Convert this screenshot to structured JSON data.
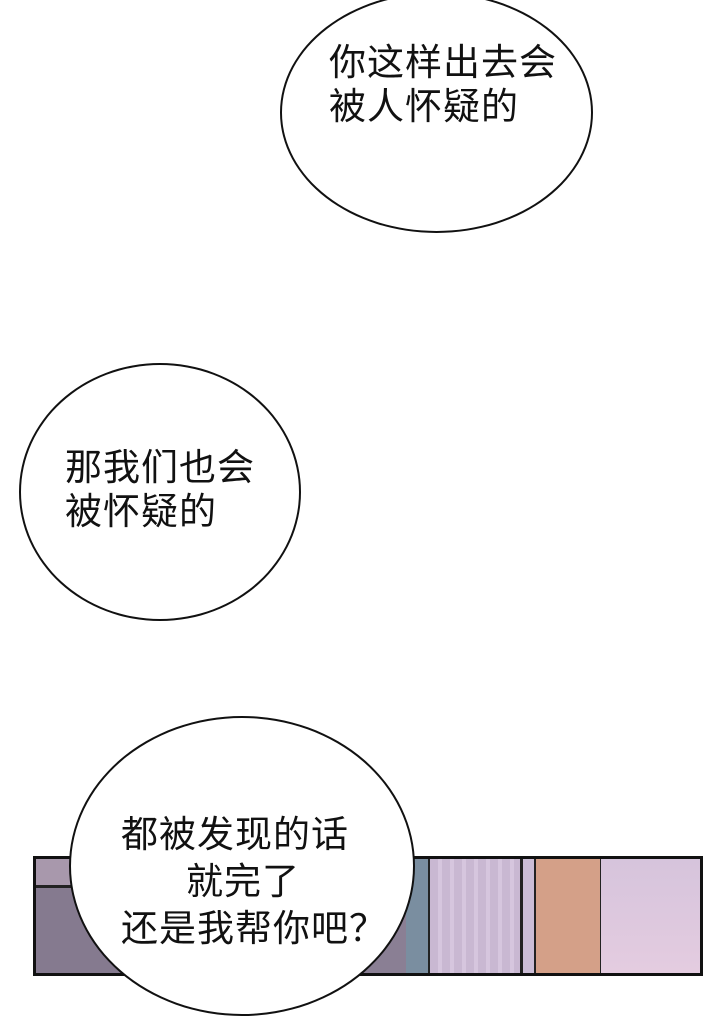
{
  "page": {
    "type": "comic-strip"
  },
  "bubbles": [
    {
      "lines": [
        "你这样出去会",
        "被人怀疑的"
      ]
    },
    {
      "lines": [
        "那我们也会",
        "被怀疑的"
      ]
    },
    {
      "lines": [
        "都被发现的话",
        "就完了",
        "还是我帮你吧？"
      ]
    }
  ],
  "colors": {
    "panel_wall_left_top": "#a898ac",
    "panel_wall_left": "#857a8f",
    "panel_curtain": "#c9b8d2",
    "panel_blue_strip": "#7a8ea0",
    "panel_door": "#d4a088",
    "panel_wall_right": "#d6c4dc"
  }
}
